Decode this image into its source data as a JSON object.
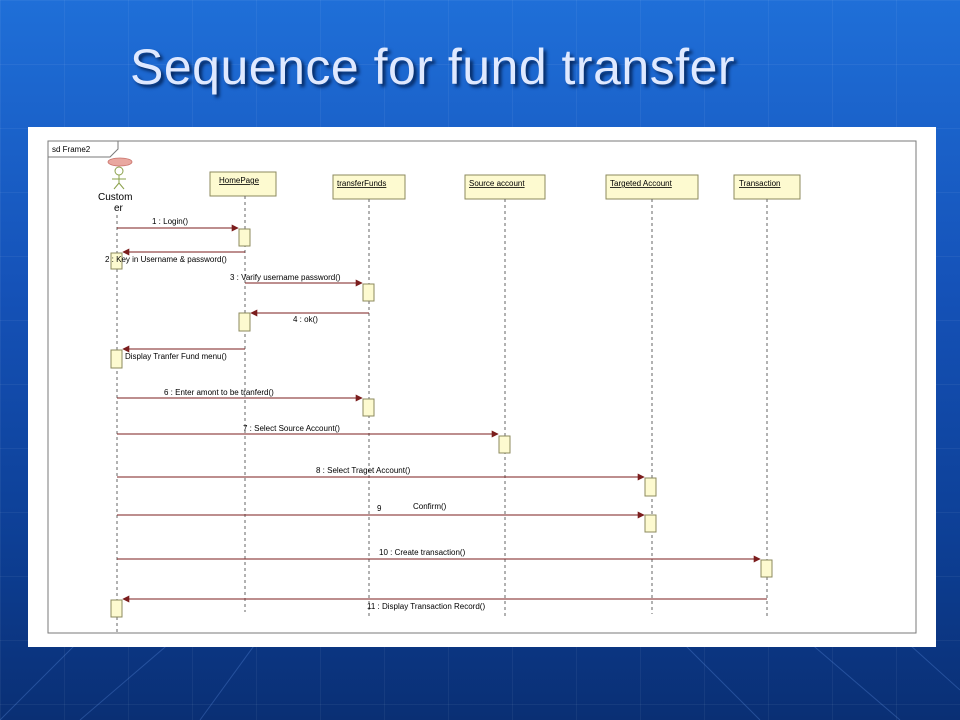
{
  "slide": {
    "title": "Sequence for fund transfer"
  },
  "diagram": {
    "frame_label": "sd Frame2",
    "actor": {
      "name_line1": "Custom",
      "name_line2": "er"
    },
    "lifelines": [
      {
        "id": "homepage",
        "label": "HomePage"
      },
      {
        "id": "transferfunds",
        "label": "transferFunds"
      },
      {
        "id": "source",
        "label": "Source account"
      },
      {
        "id": "targeted",
        "label": "Targeted Account"
      },
      {
        "id": "transaction",
        "label": "Transaction"
      }
    ],
    "messages": [
      {
        "n": 1,
        "label": "1 : Login()"
      },
      {
        "n": 2,
        "label": "2 : Key in Username & password()"
      },
      {
        "n": 3,
        "label": "3 : Varify username password()"
      },
      {
        "n": 4,
        "label": "4 : ok()"
      },
      {
        "n": 5,
        "label": "Display Tranfer Fund menu()"
      },
      {
        "n": 6,
        "label": "6 : Enter amont to be tranferd()"
      },
      {
        "n": 7,
        "label": "7 : Select Source Account()"
      },
      {
        "n": 8,
        "label": "8 : Select Traget Account()"
      },
      {
        "n": 9,
        "label": "9",
        "extra": "Confirm()"
      },
      {
        "n": 10,
        "label": "10 : Create transaction()"
      },
      {
        "n": 11,
        "label": "11 : Display Transaction Record()"
      }
    ],
    "colors": {
      "message_line": "#7b1d1d",
      "box_fill": "#fdfad0",
      "box_border": "#8c8a5e",
      "frame_border": "#7a7a7a"
    }
  }
}
